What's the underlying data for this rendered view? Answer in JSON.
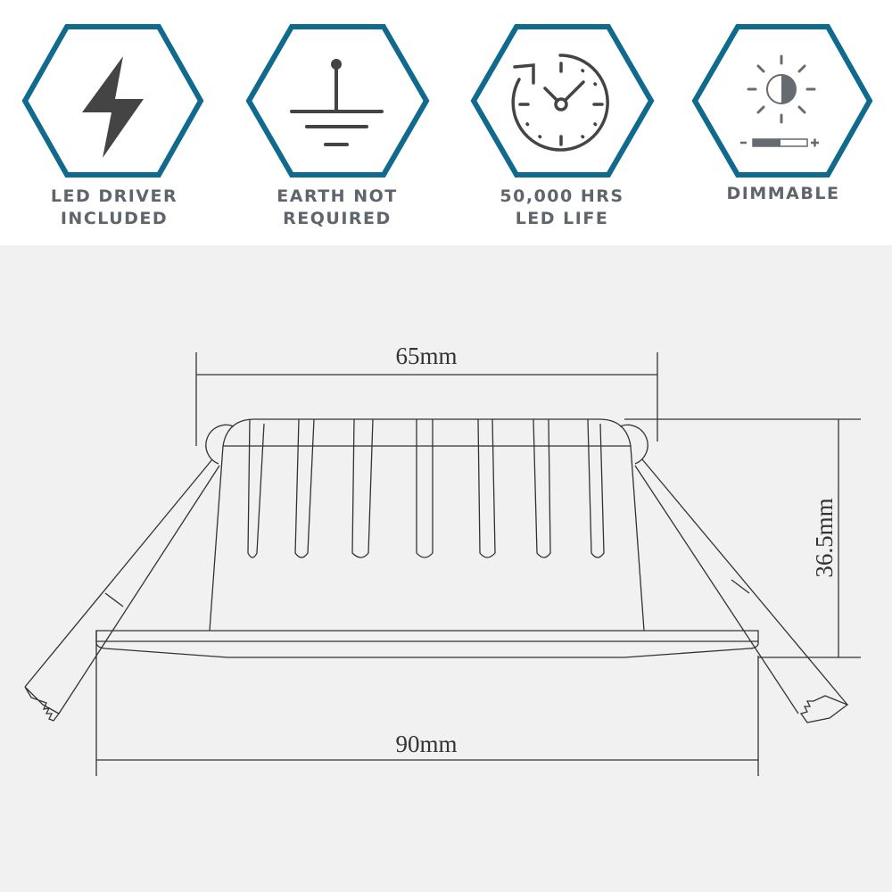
{
  "features": [
    {
      "icon": "lightning-bolt-icon",
      "lines": [
        "LED DRIVER",
        "INCLUDED"
      ]
    },
    {
      "icon": "earth-ground-icon",
      "lines": [
        "EARTH NOT",
        "REQUIRED"
      ]
    },
    {
      "icon": "clock-icon",
      "lines": [
        "50,000 HRS",
        "LED LIFE"
      ]
    },
    {
      "icon": "brightness-icon",
      "lines": [
        "DIMMABLE"
      ]
    }
  ],
  "colors": {
    "hexagon": "#0f6a8e",
    "icon": "#444444",
    "label": "#5f656d",
    "background": "#f1f1f1"
  },
  "dimensions": {
    "top_width": "65mm",
    "height": "36.5mm",
    "flange_width": "90mm"
  }
}
